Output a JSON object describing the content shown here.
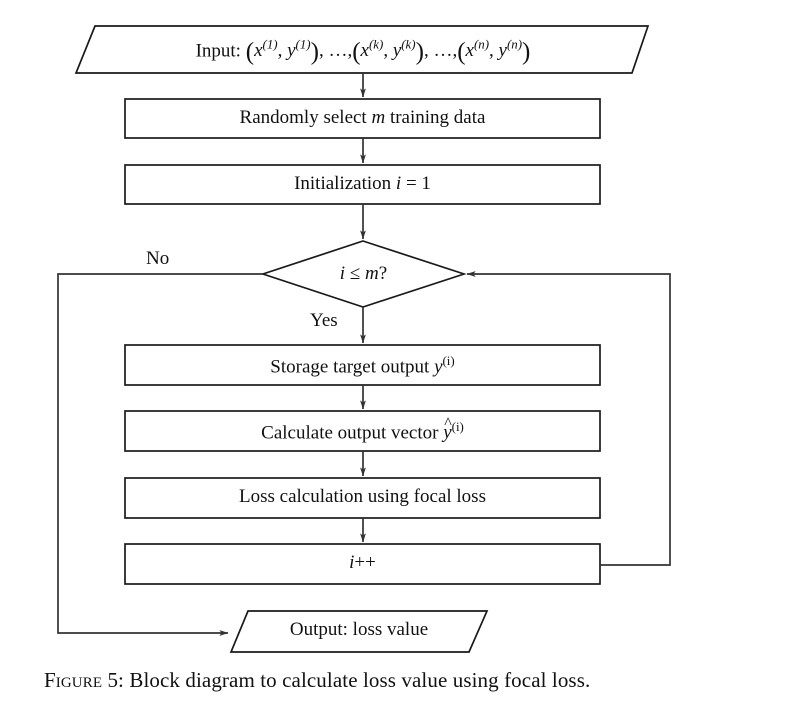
{
  "figure": {
    "caption_prefix": "Figure 5:",
    "caption_text": "Block diagram to calculate loss value using focal loss.",
    "caption_full": "Figure 5: Block diagram to calculate loss value using focal loss."
  },
  "diagram": {
    "type": "flowchart",
    "title": "Block diagram to calculate loss value using focal loss",
    "stroke_color": "#1a1a1a",
    "fill_color": "#ffffff",
    "text_color": "#111111",
    "nodes": [
      {
        "id": "input",
        "shape": "parallelogram",
        "label_plain": "Input: (x(1), y(1)), …, (x(k), y(k)), …, (x(n), y(n))",
        "label_prefix": "Input:",
        "terms": [
          {
            "superscripts": [
              "(1)",
              "(1)"
            ]
          },
          {
            "superscripts": [
              "(k)",
              "(k)"
            ]
          },
          {
            "superscripts": [
              "(n)",
              "(n)"
            ]
          }
        ],
        "ellipsis": "…,"
      },
      {
        "id": "random-select",
        "shape": "rectangle",
        "label_plain": "Randomly select m training data",
        "label_pre": "Randomly select",
        "label_var": "m",
        "label_post": "training data"
      },
      {
        "id": "initialization",
        "shape": "rectangle",
        "label_plain": "Initialization i = 1",
        "label_pre": "Initialization",
        "label_var": "i",
        "label_post": "= 1"
      },
      {
        "id": "decision",
        "shape": "diamond",
        "label_plain": "i ≤ m?",
        "label_var_left": "i",
        "label_op": "≤",
        "label_var_right": "m",
        "label_q": "?"
      },
      {
        "id": "storage-target",
        "shape": "rectangle",
        "label_plain": "Storage target output y(i)",
        "label_pre": "Storage target output",
        "label_var": "y",
        "label_sup": "(i)"
      },
      {
        "id": "calculate-output",
        "shape": "rectangle",
        "label_plain": "Calculate output vector ŷ(i)",
        "label_pre": "Calculate output vector",
        "label_var": "y",
        "label_hat": "^",
        "label_sup": "(i)"
      },
      {
        "id": "loss-calculation",
        "shape": "rectangle",
        "label_plain": "Loss calculation using focal loss"
      },
      {
        "id": "increment",
        "shape": "rectangle",
        "label_plain": "i++",
        "label_var": "i",
        "label_post": "++"
      },
      {
        "id": "output",
        "shape": "parallelogram",
        "label_plain": "Output: loss value"
      }
    ],
    "edge_labels": {
      "no": "No",
      "yes": "Yes"
    }
  }
}
